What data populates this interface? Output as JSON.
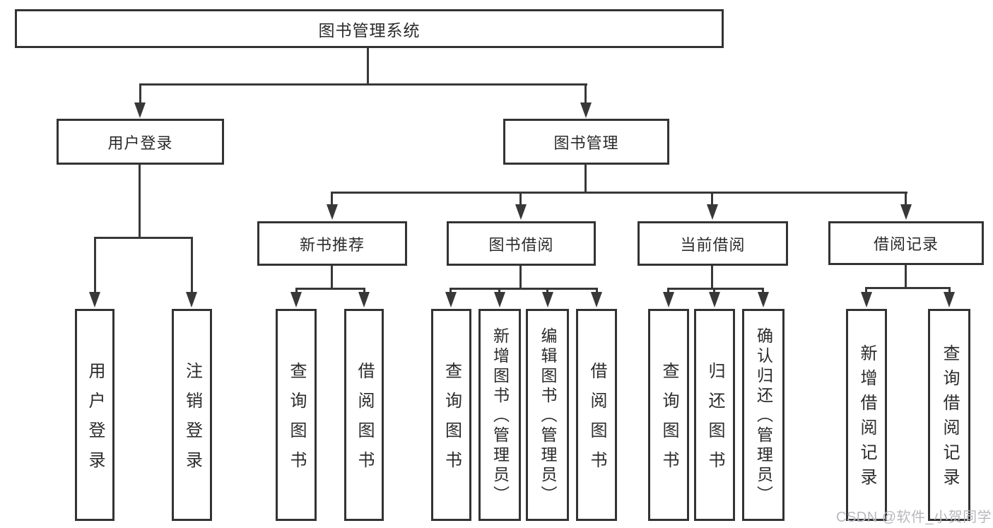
{
  "diagram_title": "图书管理系统",
  "tree": {
    "root": "图书管理系统",
    "user_login": {
      "label": "用户登录",
      "children": [
        "用户登录",
        "注销登录"
      ]
    },
    "book_mgmt": {
      "label": "图书管理",
      "groups": [
        {
          "label": "新书推荐",
          "children": [
            "查询图书",
            "借阅图书"
          ]
        },
        {
          "label": "图书借阅",
          "children": [
            "查询图书",
            "新增图书（管理员）",
            "编辑图书（管理员）",
            "借阅图书"
          ]
        },
        {
          "label": "当前借阅",
          "children": [
            "查询图书",
            "归还图书",
            "确认归还（管理员）"
          ]
        },
        {
          "label": "借阅记录",
          "children": [
            "新增借阅记录",
            "查询借阅记录"
          ]
        }
      ]
    }
  },
  "watermark": {
    "text": "CSDN @软件_小贺同学",
    "color": "#b8b8bf"
  },
  "colors": {
    "line": "#383838",
    "box_border": "#333333",
    "text": "#2b2b2b",
    "background": "#ffffff"
  }
}
